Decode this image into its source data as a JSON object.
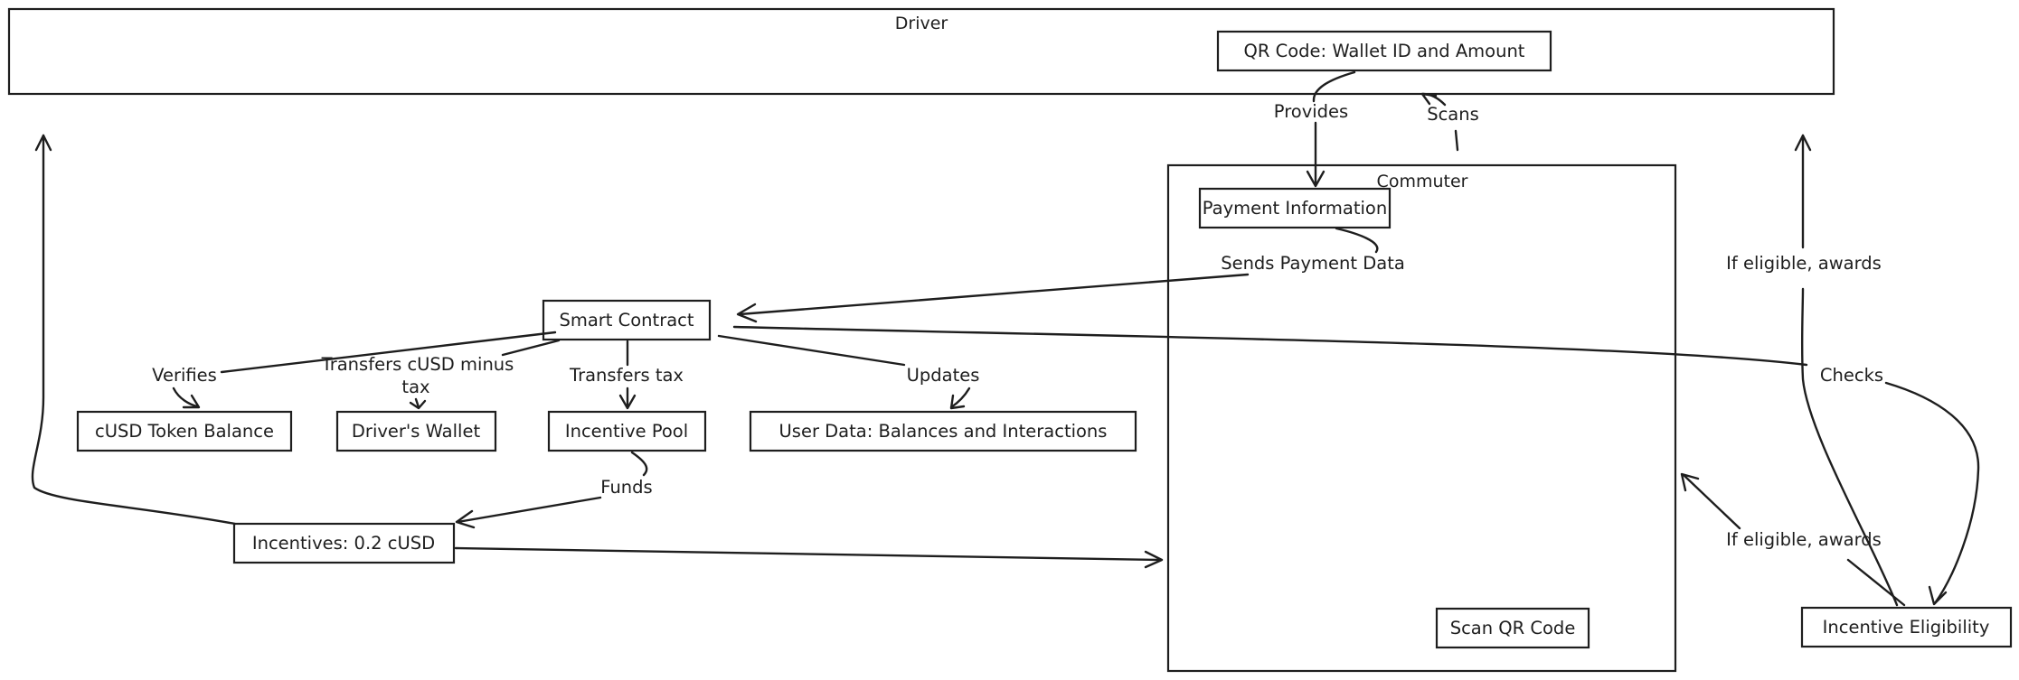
{
  "groups": {
    "driver": "Driver",
    "commuter": "Commuter"
  },
  "nodes": {
    "qr_code": "QR Code: Wallet ID and Amount",
    "payment_information": "Payment Information",
    "smart_contract": "Smart Contract",
    "cusd_token_balance": "cUSD Token Balance",
    "drivers_wallet": "Driver's Wallet",
    "incentive_pool": "Incentive Pool",
    "user_data": "User Data: Balances and Interactions",
    "incentives": "Incentives: 0.2 cUSD",
    "scan_qr_code": "Scan QR Code",
    "incentive_eligibility": "Incentive Eligibility"
  },
  "edges": {
    "provides": "Provides",
    "scans": "Scans",
    "sends_payment_data": "Sends Payment Data",
    "verifies": "Verifies",
    "transfers_cusd_line1": "Transfers cUSD minus",
    "transfers_cusd_line2": "tax",
    "transfers_tax": "Transfers tax",
    "updates": "Updates",
    "funds": "Funds",
    "checks": "Checks",
    "if_eligible_awards_top": "If eligible, awards",
    "if_eligible_awards_bottom": "If eligible, awards"
  }
}
